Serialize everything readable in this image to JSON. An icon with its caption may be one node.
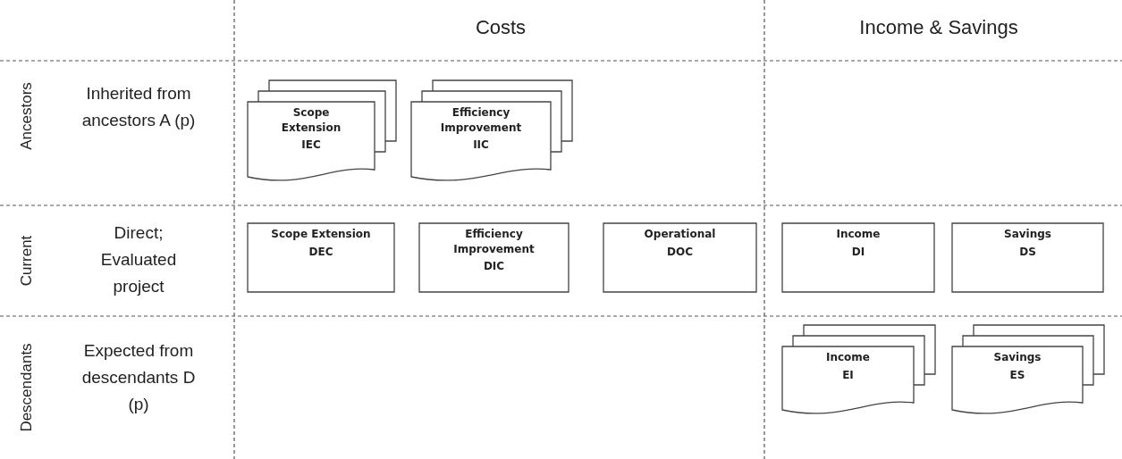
{
  "diagram": {
    "nodes": [
      {
        "text": [
          "Scope Extension",
          "IEC"
        ]
      },
      {
        "text": [
          "Efficiency Improvement",
          "IIC"
        ]
      },
      {
        "text": [
          "Scope Extension",
          "DEC"
        ]
      },
      {
        "text": [
          "Efficiency Improvement",
          "DIC"
        ]
      },
      {
        "text": [
          "Operational",
          "DOC"
        ]
      },
      {
        "text": [
          "Income",
          "DI"
        ]
      },
      {
        "text": [
          "Savings",
          "DS"
        ]
      },
      {
        "text": [
          "Income",
          "EI"
        ]
      },
      {
        "text": [
          "Savings",
          "ES"
        ]
      }
    ],
    "edges": [],
    "labels": [
      "Costs",
      "Income & Savings",
      "Ancestors",
      "Inherited from ancestors A (p)",
      "Current",
      "Direct; Evaluated project",
      "Descendants",
      "Expected from descendants D (p)"
    ]
  }
}
